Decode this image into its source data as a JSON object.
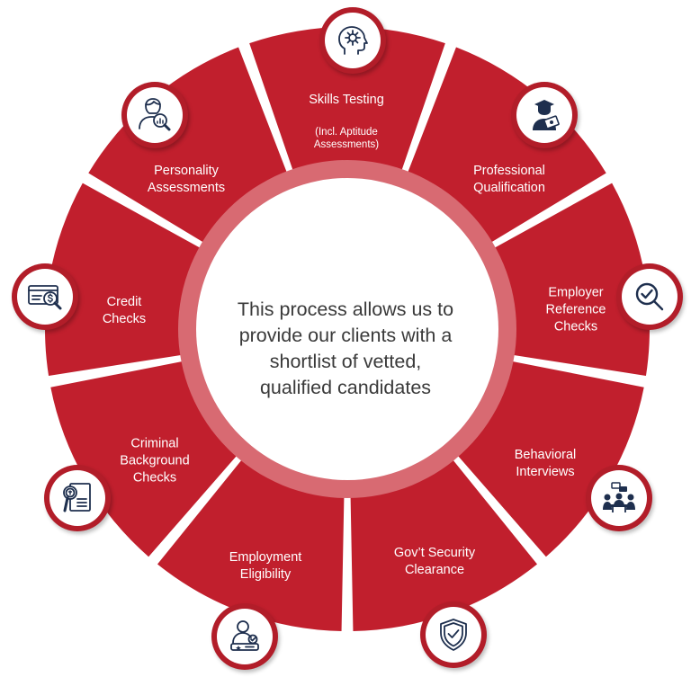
{
  "colors": {
    "segment": "#c11f2d",
    "segment_dark": "#a81a27",
    "ring": "#d86a72",
    "icon_navy": "#1e2f4e",
    "center_text": "#3a3a3a"
  },
  "center": {
    "text": "This process allows us to\nprovide our clients with a\nshortlist of vetted,\nqualified candidates"
  },
  "segments": [
    {
      "label": "Skills Testing",
      "sublabel": "(Incl. Aptitude\nAssessments)",
      "icon": "head-gear-icon"
    },
    {
      "label": "Professional\nQualification",
      "icon": "graduate-diploma-icon"
    },
    {
      "label": "Employer\nReference\nChecks",
      "icon": "magnifier-check-icon"
    },
    {
      "label": "Behavioral\nInterviews",
      "icon": "interview-meeting-icon"
    },
    {
      "label": "Gov’t Security\nClearance",
      "icon": "shield-check-icon"
    },
    {
      "label": "Employment\nEligibility",
      "icon": "person-certificate-icon"
    },
    {
      "label": "Criminal\nBackground\nChecks",
      "icon": "document-magnifier-icon"
    },
    {
      "label": "Credit\nChecks",
      "icon": "credit-card-magnifier-icon"
    },
    {
      "label": "Personality\nAssessments",
      "icon": "person-chart-icon"
    }
  ]
}
